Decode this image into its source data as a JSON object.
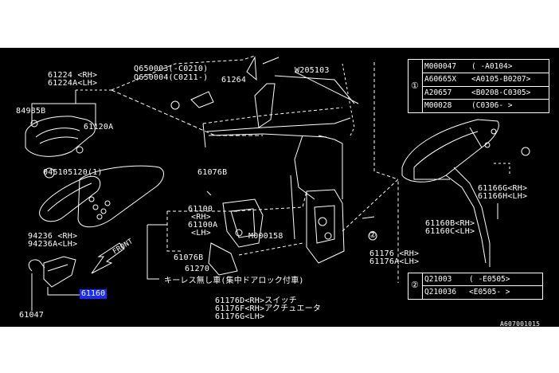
{
  "colors": {
    "background": "#000000",
    "line": "#ffffff",
    "highlight": "#1a2cf5",
    "page": "#ffffff"
  },
  "labels": {
    "p61224": "61224 <RH>",
    "p61224a": "61224A<LH>",
    "p84985b": "84985B",
    "p61120a": "61120A",
    "p045105120": "045105120(1)",
    "p94236": "94236 <RH>",
    "p94236a": "94236A<LH>",
    "p61047": "61047",
    "p61160": "61160",
    "front": "FRONT",
    "q650003": "Q650003(-C0210)",
    "q650004": "Q650004(C0211-)",
    "p61264": "61264",
    "w205103": "W205103",
    "p61076b_top": "61076B",
    "p61100": "61100",
    "p61100_rh": "<RH>",
    "p61100a": "61100A",
    "p61100a_lh": "<LH>",
    "m000158": "M000158",
    "p61076b_bot": "61076B",
    "p61270": "61270",
    "keyless": "キーレス無し車(集中ドアロック付車)",
    "p61176d": "61176D<RH>スイッチ",
    "p61176f": "61176F<RH>アクチュエータ",
    "p61176g": "61176G<LH>",
    "p61176": "61176 <RH>",
    "p61176a": "61176A<LH>",
    "p61160b": "61160B<RH>",
    "p61160c": "61160C<LH>",
    "p61166g": "61166G<RH>",
    "p61166h": "61166H<LH>",
    "circle1": "①",
    "circle2": "②"
  },
  "table1": {
    "marker": "①",
    "rows": [
      {
        "part": "M000047",
        "range": "( -A0104>"
      },
      {
        "part": "A60665X",
        "range": "<A0105-B0207>"
      },
      {
        "part": "A20657",
        "range": "<B0208-C0305>"
      },
      {
        "part": "M00028",
        "range": "(C0306- >"
      }
    ]
  },
  "table2": {
    "marker": "②",
    "rows": [
      {
        "part": "Q21003",
        "range": "( -E0505>"
      },
      {
        "part": "Q210036",
        "range": "<E0505- >"
      }
    ]
  },
  "footer_code": "A607001015"
}
